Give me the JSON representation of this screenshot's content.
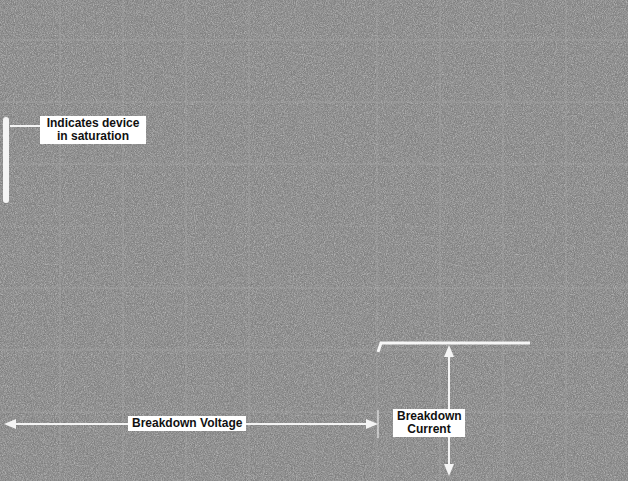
{
  "diagram": {
    "nodes": [
      {
        "text": [
          "Indicates device in saturation"
        ]
      },
      {
        "text": [
          "Breakdown Voltage"
        ]
      },
      {
        "text": [
          "Breakdown Current"
        ]
      }
    ]
  }
}
